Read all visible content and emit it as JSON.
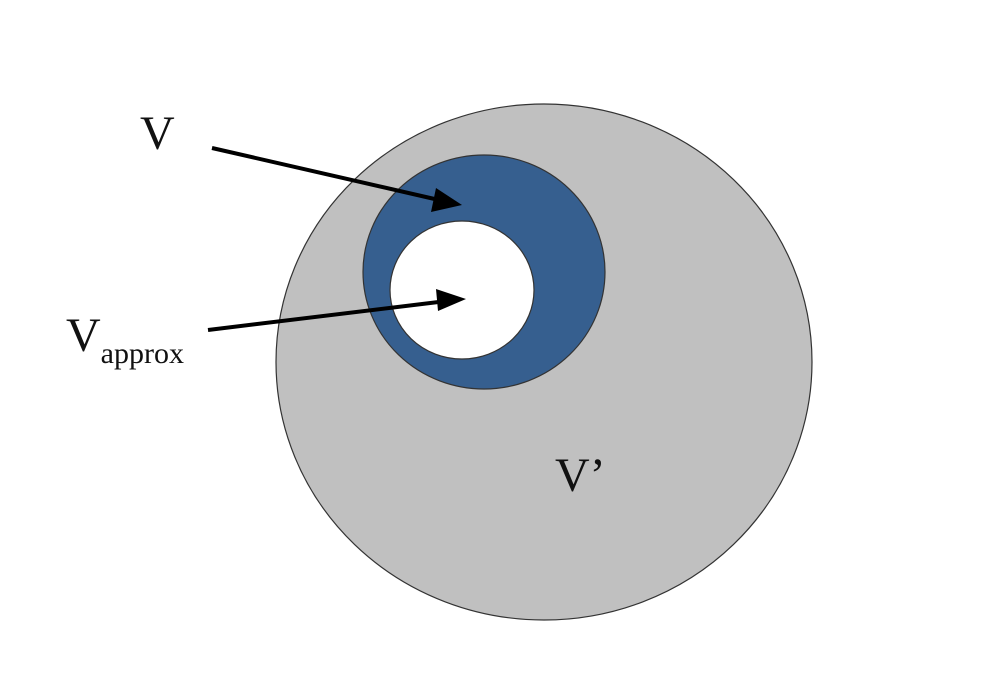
{
  "labels": {
    "v": "V",
    "v_approx_main": "V",
    "v_approx_sub": "approx",
    "v_prime": "V’"
  },
  "colors": {
    "outer_region": "#c0c0c0",
    "v_region": "#365f8f",
    "v_approx_region": "#ffffff",
    "outline": "#333333",
    "arrow": "#000000",
    "text": "#111111"
  }
}
